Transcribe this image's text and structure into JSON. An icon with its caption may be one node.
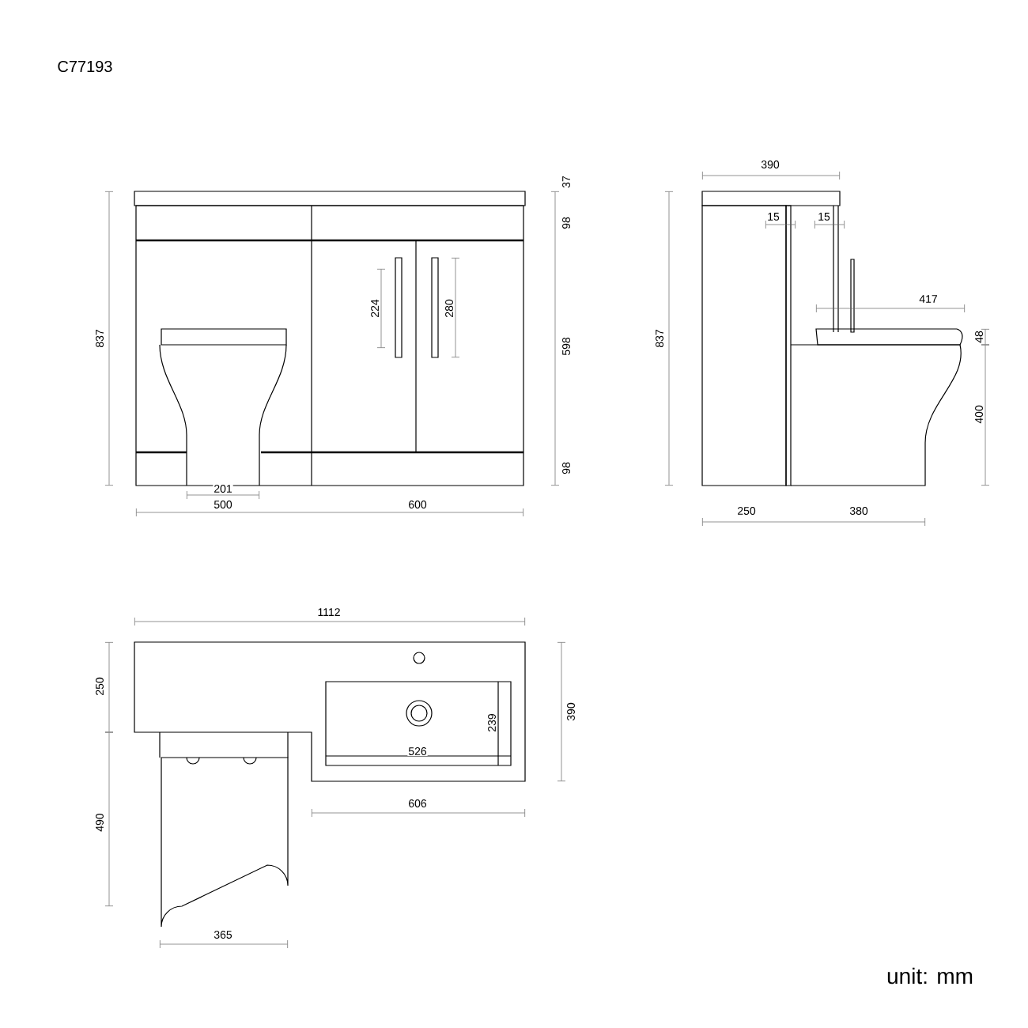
{
  "diagram": {
    "title": "C77193",
    "labels": [
      "37",
      "98",
      "224",
      "280",
      "837",
      "598",
      "98",
      "201",
      "500",
      "600",
      "390",
      "15",
      "15",
      "417",
      "837",
      "48",
      "400",
      "250",
      "380",
      "1112",
      "250",
      "239",
      "390",
      "526",
      "490",
      "606",
      "365",
      "unit: mm"
    ]
  }
}
